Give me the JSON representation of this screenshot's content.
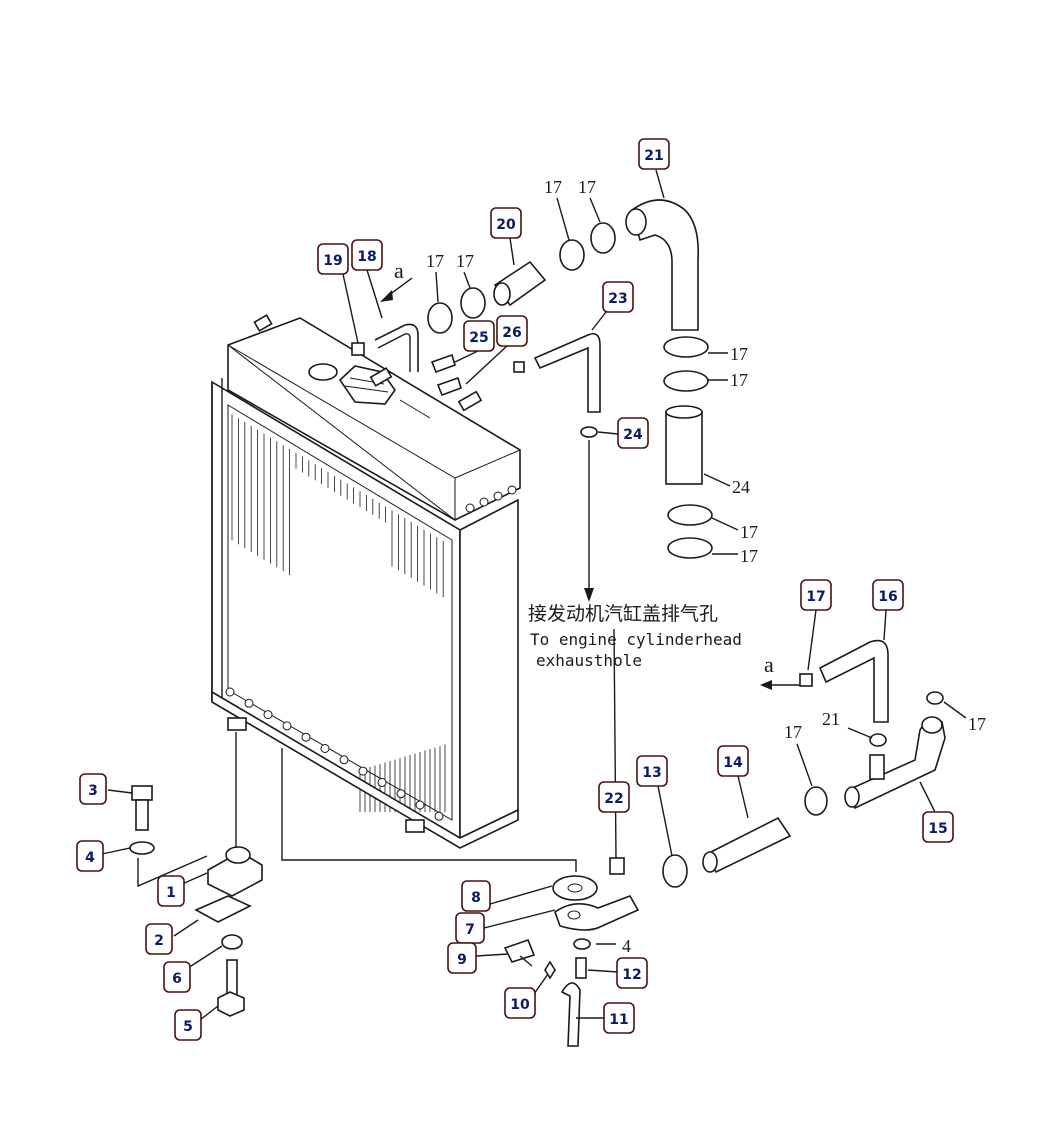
{
  "diagram": {
    "callouts": [
      {
        "id": "c1",
        "label": "1"
      },
      {
        "id": "c2",
        "label": "2"
      },
      {
        "id": "c3",
        "label": "3"
      },
      {
        "id": "c4",
        "label": "4"
      },
      {
        "id": "c5",
        "label": "5"
      },
      {
        "id": "c6",
        "label": "6"
      },
      {
        "id": "c7",
        "label": "7"
      },
      {
        "id": "c8",
        "label": "8"
      },
      {
        "id": "c9",
        "label": "9"
      },
      {
        "id": "c10",
        "label": "10"
      },
      {
        "id": "c11",
        "label": "11"
      },
      {
        "id": "c12",
        "label": "12"
      },
      {
        "id": "c13",
        "label": "13"
      },
      {
        "id": "c14",
        "label": "14"
      },
      {
        "id": "c15",
        "label": "15"
      },
      {
        "id": "c16",
        "label": "16"
      },
      {
        "id": "c17",
        "label": "17"
      },
      {
        "id": "c18",
        "label": "18"
      },
      {
        "id": "c19",
        "label": "19"
      },
      {
        "id": "c20",
        "label": "20"
      },
      {
        "id": "c21",
        "label": "21"
      },
      {
        "id": "c22",
        "label": "22"
      },
      {
        "id": "c23",
        "label": "23"
      },
      {
        "id": "c24",
        "label": "24"
      },
      {
        "id": "c25",
        "label": "25"
      },
      {
        "id": "c26",
        "label": "26"
      }
    ],
    "plain_labels": {
      "n17": "17",
      "n24": "24",
      "n21": "21",
      "n4": "4"
    },
    "arrow_label": "a",
    "note_cn": "接发动机汽缸盖排气孔",
    "note_en_line1": "To engine cylinderhead",
    "note_en_line2": "exhausthole"
  }
}
